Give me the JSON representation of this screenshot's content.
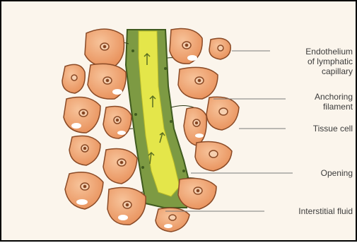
{
  "labels": {
    "endothelium_1": "Endothelium",
    "endothelium_2": "of lymphatic",
    "endothelium_3": "capillary",
    "anchoring_1": "Anchoring",
    "anchoring_2": "filament",
    "tissue_cell": "Tissue cell",
    "opening": "Opening",
    "interstitial_fluid": "Interstitial fluid"
  },
  "colors": {
    "cell_fill": "#f2a26e",
    "cell_stroke": "#8a4a26",
    "wall_green": "#6e8a3a",
    "lumen_yellow": "#e6e84c",
    "leader_line": "#7a7a7a"
  }
}
